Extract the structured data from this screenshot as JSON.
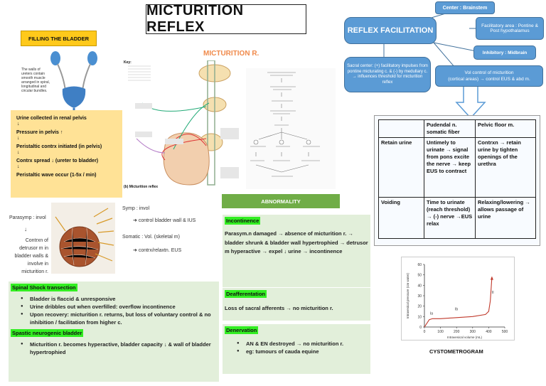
{
  "title": "MICTURITION REFLEX",
  "filling": {
    "header": "FILLING THE BLADDER",
    "kidney_caption": "The walls of ureters contain smooth muscle arranged in spiral, longitudinal and circular bundles.",
    "steps": [
      "Urine collected in renal pelvis",
      "Pressure in pelvis ↑",
      "Peristaltic contrx initiated (in pelvis)",
      "Contrx spread ↓ (ureter to bladder)",
      "Peristaltic wave occur (1-5x / min)"
    ],
    "arrow": "↓"
  },
  "diagram": {
    "title": "MICTURITION R.",
    "key_label": "Key:",
    "caption": "(b) Micturition reflex"
  },
  "innervation": {
    "parasymp_label": "Parasymp : invol",
    "parasymp_down": "↓",
    "parasymp_effect": "Contrxn of detrusor m in bladder walls & involve in micturition r.",
    "symp_label": "Symp : invol",
    "symp_effect": "control bladder wall & IUS",
    "somatic_label": "Somatic : Vol. (skeletal m)",
    "somatic_effect": "contrx/relaxtn. EUS"
  },
  "spinal_shock": {
    "header": "Spinal Shock transection",
    "items": [
      "Bladder is flaccid & unresponsive",
      "Urine dribbles out when overfilled: overflow incontinence",
      "Upon recovery: micturition r. returns, but loss of voluntary control & no inhibition / facilitation from higher c."
    ]
  },
  "spastic": {
    "header": "Spastic neurogenic bladder",
    "items": [
      "Micturition r. becomes hyperactive, bladder capacity ↓ & wall of bladder hypertrophied"
    ]
  },
  "abnormality": {
    "header": "ABNORMALITY",
    "incontinence_header": "Incontinence",
    "incontinence_text": "Parasym.n damaged → absence of micturition r. → bladder shrunk & bladder wall hypertrophied → detrusor m hyperactive → expel ↓ urine → incontinence",
    "deafferentation_header": "Deafferentation",
    "deafferentation_text": "Loss of sacral afferents → no micturition r.",
    "denervation_header": "Denervation",
    "denervation_items": [
      "AN & EN destroyed → no micturition r.",
      "eg: tumours of cauda equine"
    ]
  },
  "facilitation": {
    "center": "REFLEX FACILITATION",
    "brainstem": "Center : Brainstem",
    "facilitatory": "Facilitatory area : Pontine & Post hypothalamus",
    "inhibitory": "Inhibitory : Midbrain",
    "sacral": "Sacral center: (+) facilitatory impulses from pontine micturating c. & (-) by medullary c. → influences threshold for micturition reflex",
    "vol_control_1": "Vol control of micturition",
    "vol_control_2": "(cortical areas) → control EUS & abd m."
  },
  "table": {
    "headers": [
      "",
      "Pudendal n. somatic fiber",
      "Pelvic floor m."
    ],
    "rows": [
      [
        "Retain urine",
        "Untimely to urinate → signal from pons excite the nerve → keep EUS to contract",
        "Contrxn → retain urine by tighten openings of the urethra"
      ],
      [
        "Voiding",
        "Time to urinate (reach threshold) → (-) nerve →EUS relax",
        "Relaxing/lowering → allows passage of urine"
      ]
    ]
  },
  "cystometrogram": {
    "caption": "CYSTOMETROGRAM",
    "ylabel": "Intravesical pressure (cm water)",
    "xlabel": "Intravesical volume (mL)",
    "y_ticks": [
      "0",
      "10",
      "20",
      "30",
      "40",
      "50",
      "60"
    ],
    "x_ticks": [
      "0",
      "100",
      "200",
      "300",
      "400",
      "500"
    ],
    "segment_labels": [
      "Ia",
      "Ib",
      "II"
    ]
  },
  "chart_data": {
    "type": "line",
    "title": "CYSTOMETROGRAM",
    "xlabel": "Intravesical volume (mL)",
    "ylabel": "Intravesical pressure (cm water)",
    "xlim": [
      0,
      500
    ],
    "ylim": [
      0,
      60
    ],
    "x": [
      0,
      30,
      50,
      100,
      200,
      300,
      380,
      400,
      410,
      420
    ],
    "y": [
      0,
      7,
      8,
      8,
      9,
      10,
      12,
      15,
      25,
      48
    ]
  }
}
